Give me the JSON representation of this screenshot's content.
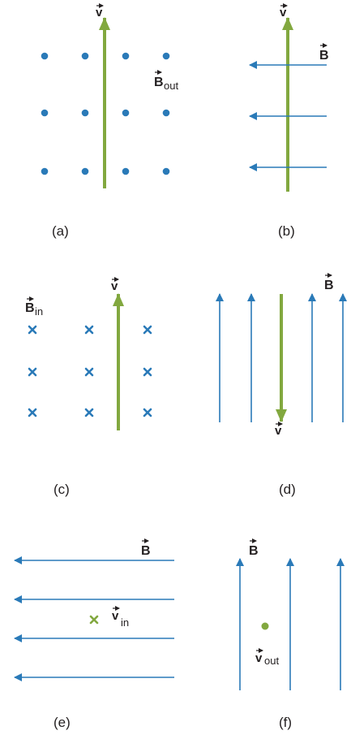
{
  "colors": {
    "field": "#2a7ab8",
    "velocity": "#82a83f",
    "text": "#231f20"
  },
  "panels": [
    {
      "caption": "(a)",
      "velocity_label": "v",
      "field_label": "B",
      "field_sub": "out"
    },
    {
      "caption": "(b)",
      "velocity_label": "v",
      "field_label": "B"
    },
    {
      "caption": "(c)",
      "velocity_label": "v",
      "field_label": "B",
      "field_sub": "in"
    },
    {
      "caption": "(d)",
      "velocity_label": "v",
      "field_label": "B"
    },
    {
      "caption": "(e)",
      "velocity_label": "v",
      "velocity_sub": "in",
      "field_label": "B"
    },
    {
      "caption": "(f)",
      "velocity_label": "v",
      "velocity_sub": "out",
      "field_label": "B"
    }
  ]
}
